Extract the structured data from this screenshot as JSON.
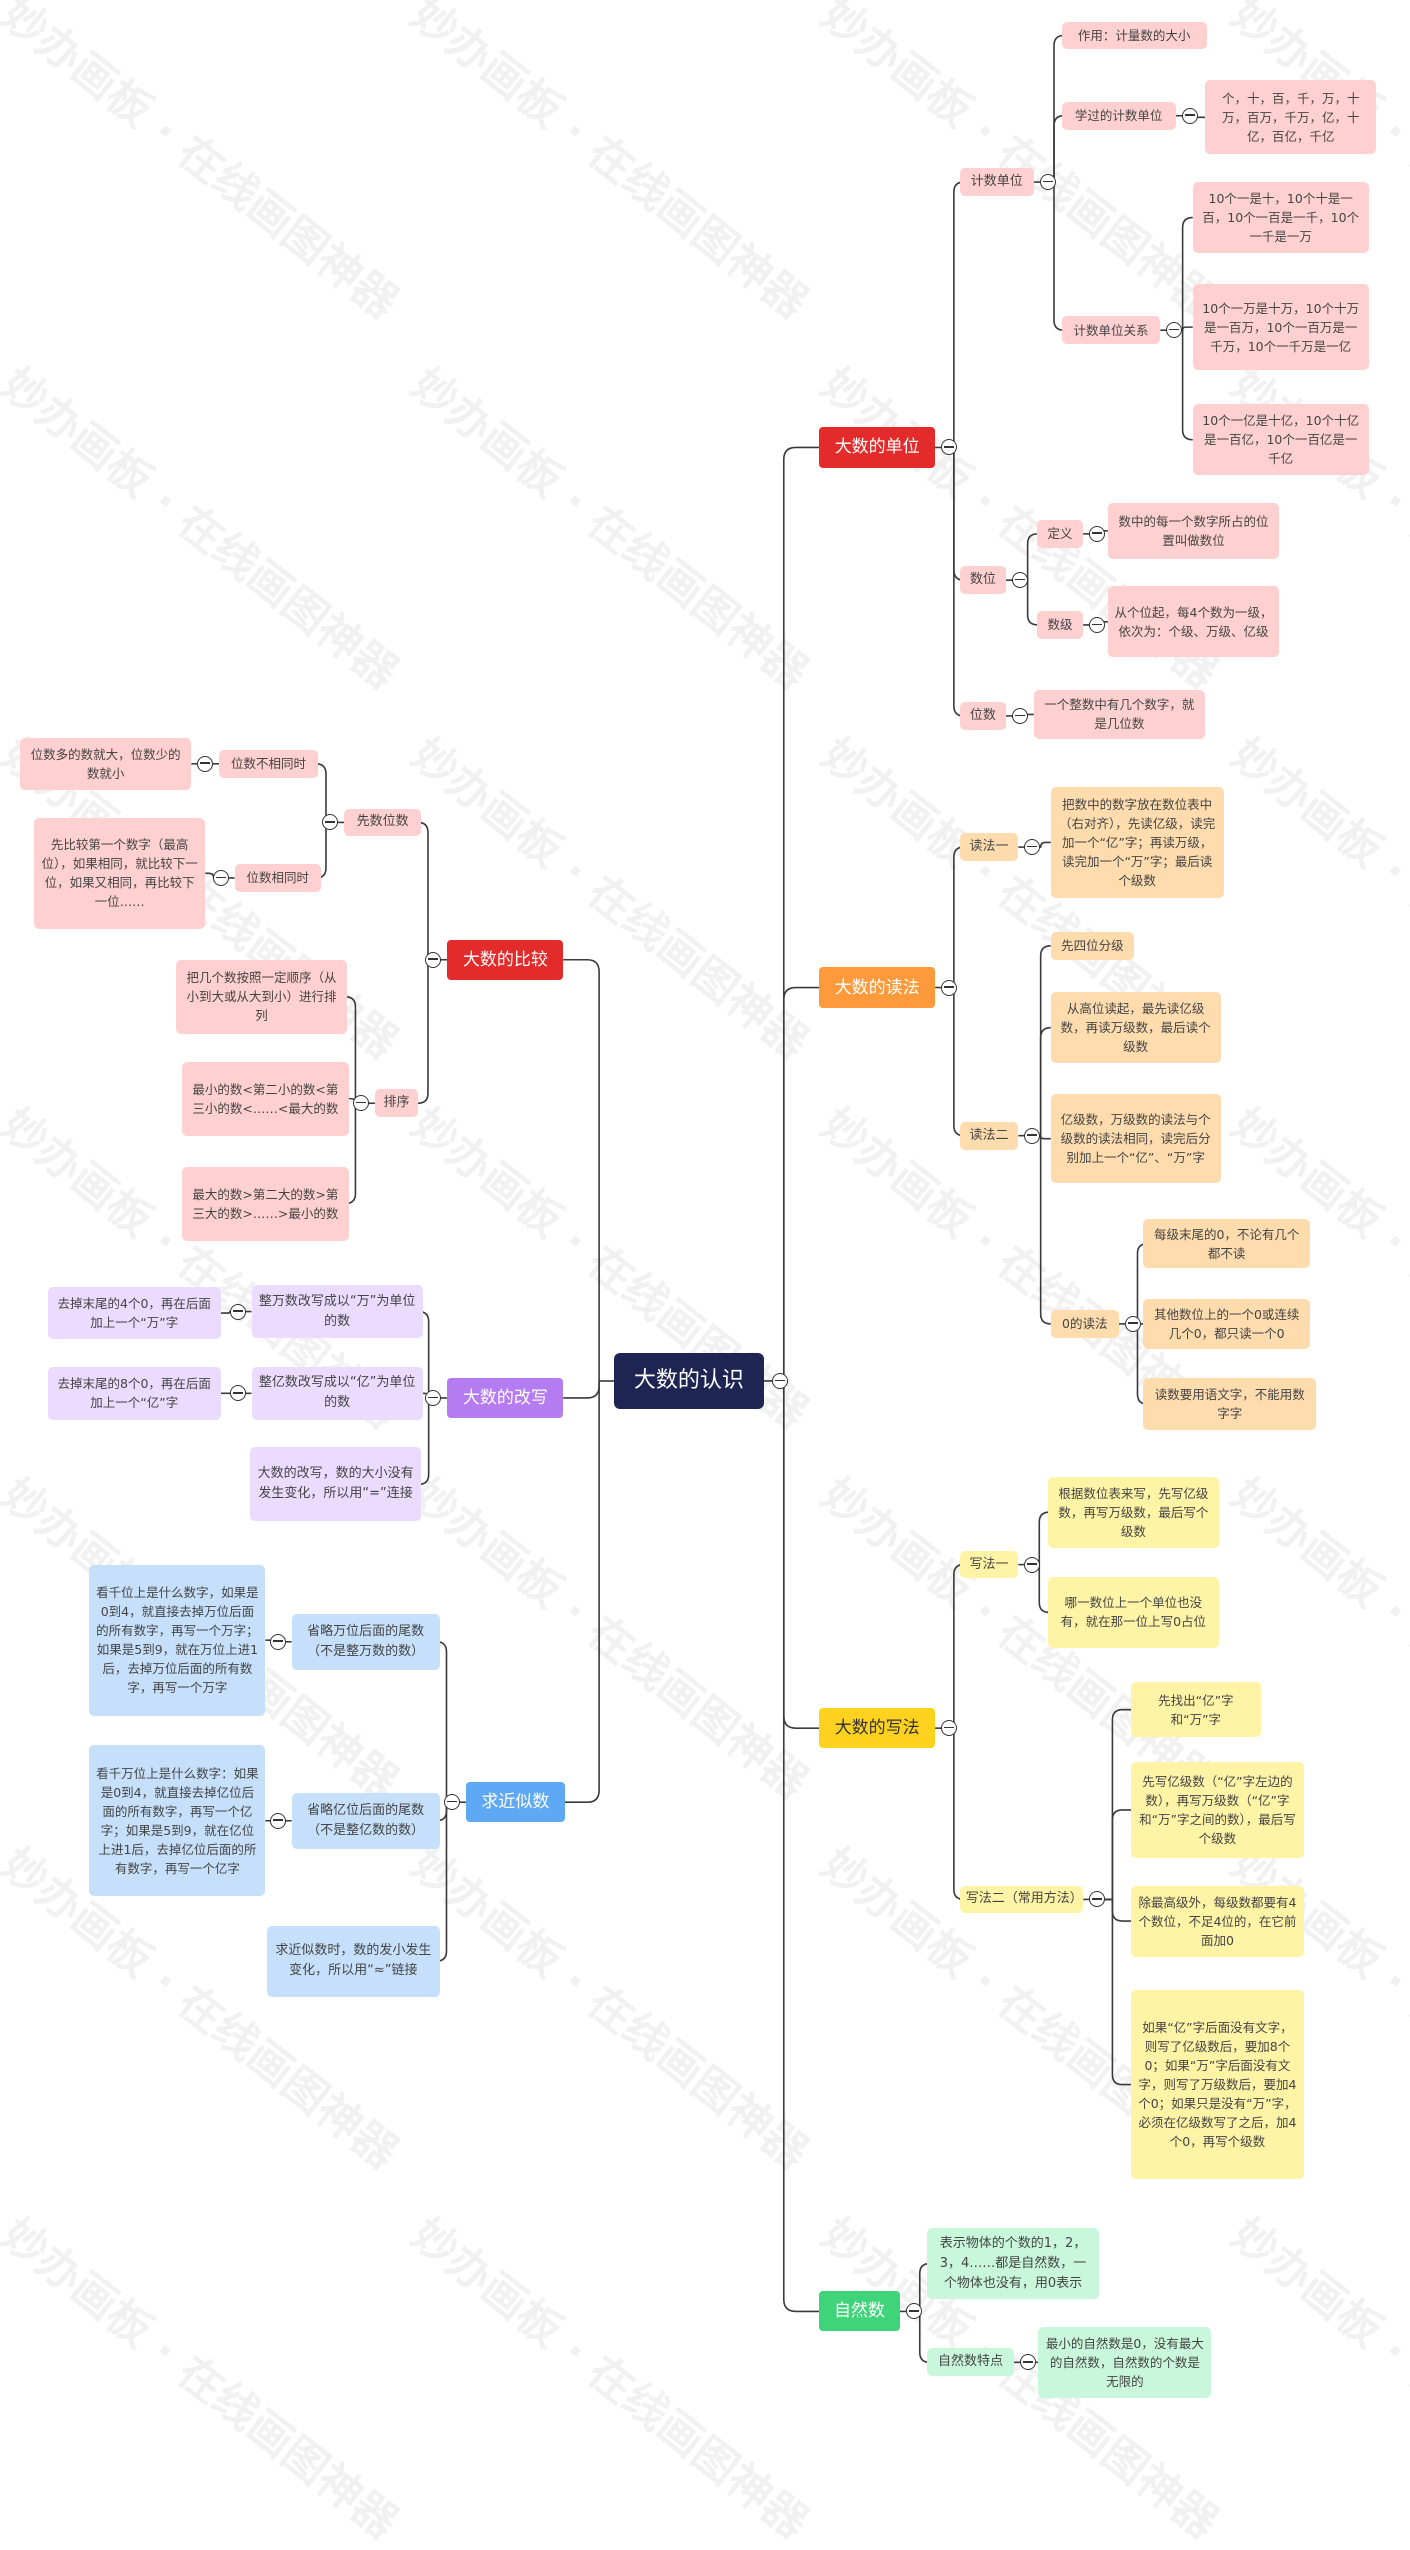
{
  "watermark": "妙办画板 · 在线画图神器",
  "root": "大数的认识",
  "colors": {
    "line": "#3a3a3a",
    "root": "#1f2552"
  },
  "branches": [
    {
      "label": "大数的单位",
      "children": [
        {
          "label": "计数单位",
          "children": [
            {
              "label": "作用：计量数的大小"
            },
            {
              "label": "学过的计数单位",
              "children": [
                {
                  "label": "个，十，百，千，万，十万，百万，千万，亿，十亿，百亿，千亿"
                }
              ]
            },
            {
              "label": "计数单位关系",
              "children": [
                {
                  "label": "10个一是十，10个十是一百，10个一百是一千，10个一千是一万"
                },
                {
                  "label": "10个一万是十万，10个十万是一百万，10个一百万是一千万，10个一千万是一亿"
                },
                {
                  "label": "10个一亿是十亿，10个十亿是一百亿，10个一百亿是一千亿"
                }
              ]
            }
          ]
        },
        {
          "label": "数位",
          "children": [
            {
              "label": "定义",
              "children": [
                {
                  "label": "数中的每一个数字所占的位置叫做数位"
                }
              ]
            },
            {
              "label": "数级",
              "children": [
                {
                  "label": "从个位起，每4个数为一级，依次为：个级、万级、亿级"
                }
              ]
            }
          ]
        },
        {
          "label": "位数",
          "children": [
            {
              "label": "一个整数中有几个数字，就是几位数"
            }
          ]
        }
      ]
    },
    {
      "label": "大数的读法",
      "children": [
        {
          "label": "读法一",
          "children": [
            {
              "label": "把数中的数字放在数位表中（右对齐），先读亿级，读完加一个“亿”字；再读万级，读完加一个“万”字；最后读个级数"
            }
          ]
        },
        {
          "label": "读法二",
          "children": [
            {
              "label": "先四位分级"
            },
            {
              "label": "从高位读起，最先读亿级数，再读万级数，最后读个级数"
            },
            {
              "label": "亿级数，万级数的读法与个级数的读法相同，读完后分别加上一个“亿”、“万”字"
            },
            {
              "label": "0的读法",
              "children": [
                {
                  "label": "每级末尾的0，不论有几个都不读"
                },
                {
                  "label": "其他数位上的一个0或连续几个0，都只读一个0"
                },
                {
                  "label": "读数要用语文字，不能用数字字"
                }
              ]
            }
          ]
        }
      ]
    },
    {
      "label": "大数的写法",
      "children": [
        {
          "label": "写法一",
          "children": [
            {
              "label": "根据数位表来写，先写亿级数，再写万级数，最后写个级数"
            },
            {
              "label": "哪一数位上一个单位也没有，就在那一位上写0占位"
            }
          ]
        },
        {
          "label": "写法二（常用方法）",
          "children": [
            {
              "label": "先找出“亿”字和“万”字"
            },
            {
              "label": "先写亿级数（“亿”字左边的数），再写万级数（“亿”字和“万”字之间的数），最后写个级数"
            },
            {
              "label": "除最高级外，每级数都要有4个数位，不足4位的，在它前面加0"
            },
            {
              "label": "如果“亿”字后面没有文字，则写了亿级数后，要加8个0；如果“万”字后面没有文字，则写了万级数后，要加4个0；如果只是没有“万”字，必须在亿级数写了之后，加4个0，再写个级数"
            }
          ]
        }
      ]
    },
    {
      "label": "自然数",
      "children": [
        {
          "label": "表示物体的个数的1，2，3，4……都是自然数，一个物体也没有，用0表示"
        },
        {
          "label": "自然数特点",
          "children": [
            {
              "label": "最小的自然数是0，没有最大的自然数，自然数的个数是无限的"
            }
          ]
        }
      ]
    },
    {
      "label": "大数的比较",
      "children": [
        {
          "label": "先数位数",
          "children": [
            {
              "label": "位数不相同时",
              "children": [
                {
                  "label": "位数多的数就大，位数少的数就小"
                }
              ]
            },
            {
              "label": "位数相同时",
              "children": [
                {
                  "label": "先比较第一个数字（最高位），如果相同，就比较下一位，如果又相同，再比较下一位……"
                }
              ]
            }
          ]
        },
        {
          "label": "排序",
          "children": [
            {
              "label": "把几个数按照一定顺序（从小到大或从大到小）进行排列"
            },
            {
              "label": "最小的数<第二小的数<第三小的数<……<最大的数"
            },
            {
              "label": "最大的数>第二大的数>第三大的数>……>最小的数"
            }
          ]
        }
      ]
    },
    {
      "label": "大数的改写",
      "children": [
        {
          "label": "整万数改写成以“万”为单位的数",
          "children": [
            {
              "label": "去掉末尾的4个0，再在后面加上一个“万”字"
            }
          ]
        },
        {
          "label": "整亿数改写成以“亿”为单位的数",
          "children": [
            {
              "label": "去掉末尾的8个0，再在后面加上一个“亿”字"
            }
          ]
        },
        {
          "label": "大数的改写，数的大小没有发生变化，所以用“=”连接"
        }
      ]
    },
    {
      "label": "求近似数",
      "children": [
        {
          "label": "省略万位后面的尾数（不是整万数的数）",
          "children": [
            {
              "label": "看千位上是什么数字，如果是0到4，就直接去掉万位后面的所有数字，再写一个万字；如果是5到9，就在万位上进1后，去掉万位后面的所有数字，再写一个万字"
            }
          ]
        },
        {
          "label": "省略亿位后面的尾数（不是整亿数的数）",
          "children": [
            {
              "label": "看千万位上是什么数字：如果是0到4，就直接去掉亿位后面的所有数字，再写一个亿字；如果是5到9，就在亿位上进1后，去掉亿位后面的所有数字，再写一个亿字"
            }
          ]
        },
        {
          "label": "求近似数时，数的发小发生变化，所以用“≈”链接"
        }
      ]
    }
  ]
}
